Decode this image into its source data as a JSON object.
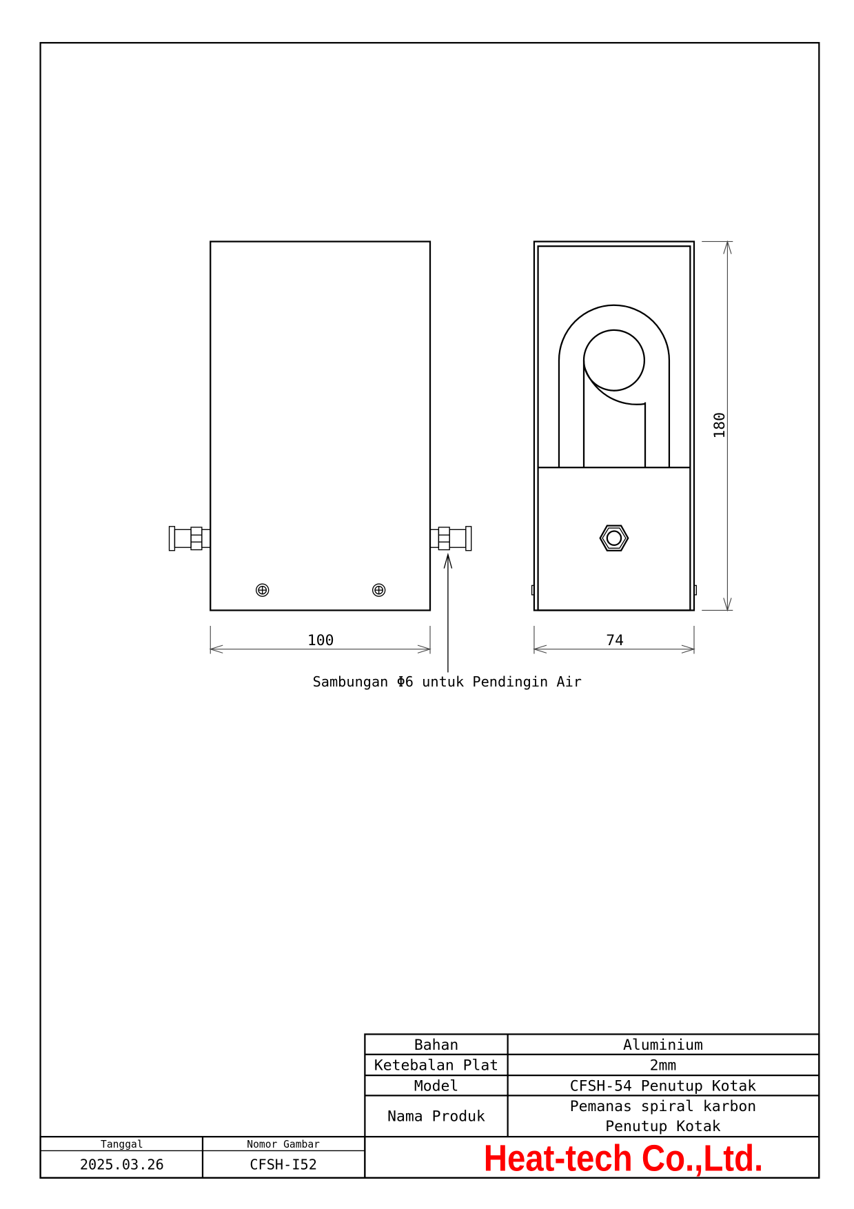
{
  "drawing": {
    "dimensions": {
      "width": "100",
      "depth": "74",
      "height": "180"
    },
    "callout": "Sambungan Φ6 untuk Pendingin Air"
  },
  "title_block": {
    "rows": [
      {
        "label": "Bahan",
        "value": "Aluminium"
      },
      {
        "label": "Ketebalan Plat",
        "value": "2mm"
      },
      {
        "label": "Model",
        "value": "CFSH-54 Penutup Kotak"
      },
      {
        "label": "Nama Produk",
        "value_line1": "Pemanas spiral karbon",
        "value_line2": "Penutup Kotak"
      }
    ],
    "date_label": "Tanggal",
    "date_value": "2025.03.26",
    "drawing_no_label": "Nomor Gambar",
    "drawing_no_value": "CFSH-I52",
    "company": "Heat-tech Co.,Ltd.",
    "company_color": "#ff0000"
  }
}
